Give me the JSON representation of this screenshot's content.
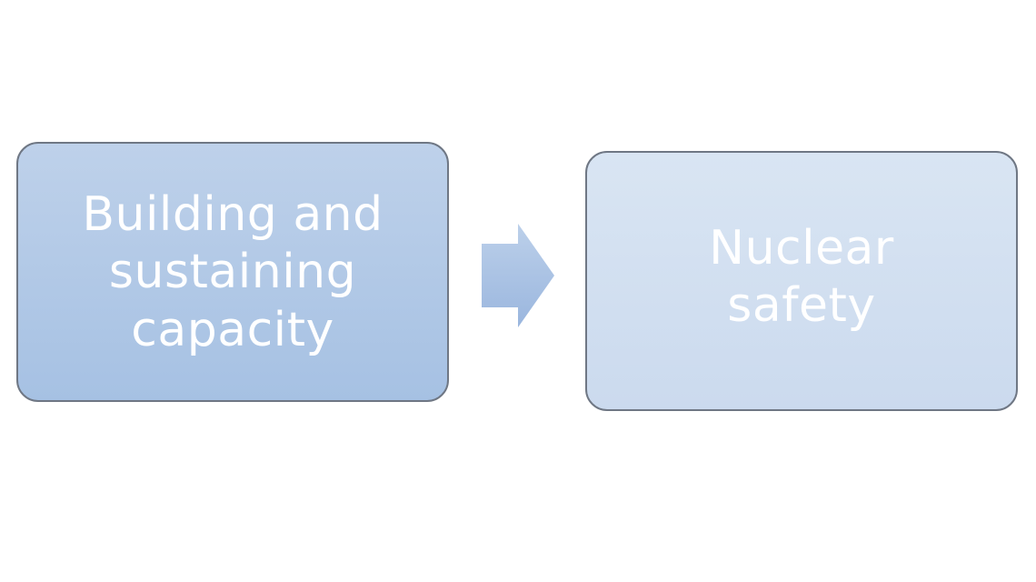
{
  "diagram": {
    "nodes": [
      {
        "id": "capacity",
        "label": "Building and\nsustaining\ncapacity"
      },
      {
        "id": "safety",
        "label": "Nuclear\nsafety"
      }
    ],
    "edges": [
      {
        "from": "capacity",
        "to": "safety"
      }
    ]
  },
  "colors": {
    "box_1_fill_top": "#bed1ea",
    "box_1_fill_bottom": "#a6c1e3",
    "box_2_fill_top": "#d9e5f3",
    "box_2_fill_bottom": "#cbdaee",
    "box_border": "#6f7784",
    "arrow_fill_top": "#bcd0ea",
    "arrow_fill_bottom": "#9ab6de",
    "text": "#ffffff"
  }
}
